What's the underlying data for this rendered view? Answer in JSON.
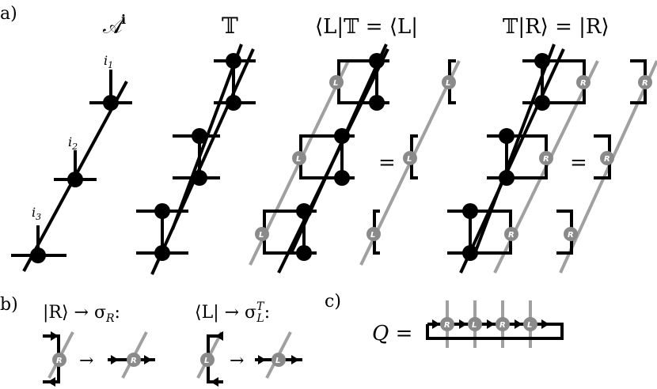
{
  "panel_labels": {
    "a": "a)",
    "b": "b)",
    "c": "c)"
  },
  "titles": {
    "A_symbol": "𝒜",
    "A_super": "i",
    "T": "𝕋",
    "left_eq": "⟨L|𝕋 = ⟨L|",
    "right_eq": "𝕋|R⟩ = |R⟩"
  },
  "site_indices": [
    "i",
    "i",
    "i"
  ],
  "site_index_subs": [
    "1",
    "2",
    "3"
  ],
  "equals": "=",
  "node_labels": {
    "L": "L",
    "R": "R"
  },
  "panel_b": {
    "left_rule": "|R⟩ → σ",
    "left_rule_sub": "R",
    "left_rule_tail": ":",
    "right_rule": "⟨L| → σ",
    "right_rule_sup": "T",
    "right_rule_sub": "L",
    "right_rule_tail": ":",
    "arrow": "→"
  },
  "panel_c": {
    "lhs": "Q =",
    "sequence": [
      "R",
      "L",
      "R",
      "L"
    ]
  },
  "colors": {
    "ink": "#000000",
    "gray_line": "#a0a0a0",
    "gray_node": "#8a8a8a",
    "node_text": "#ffffff"
  }
}
